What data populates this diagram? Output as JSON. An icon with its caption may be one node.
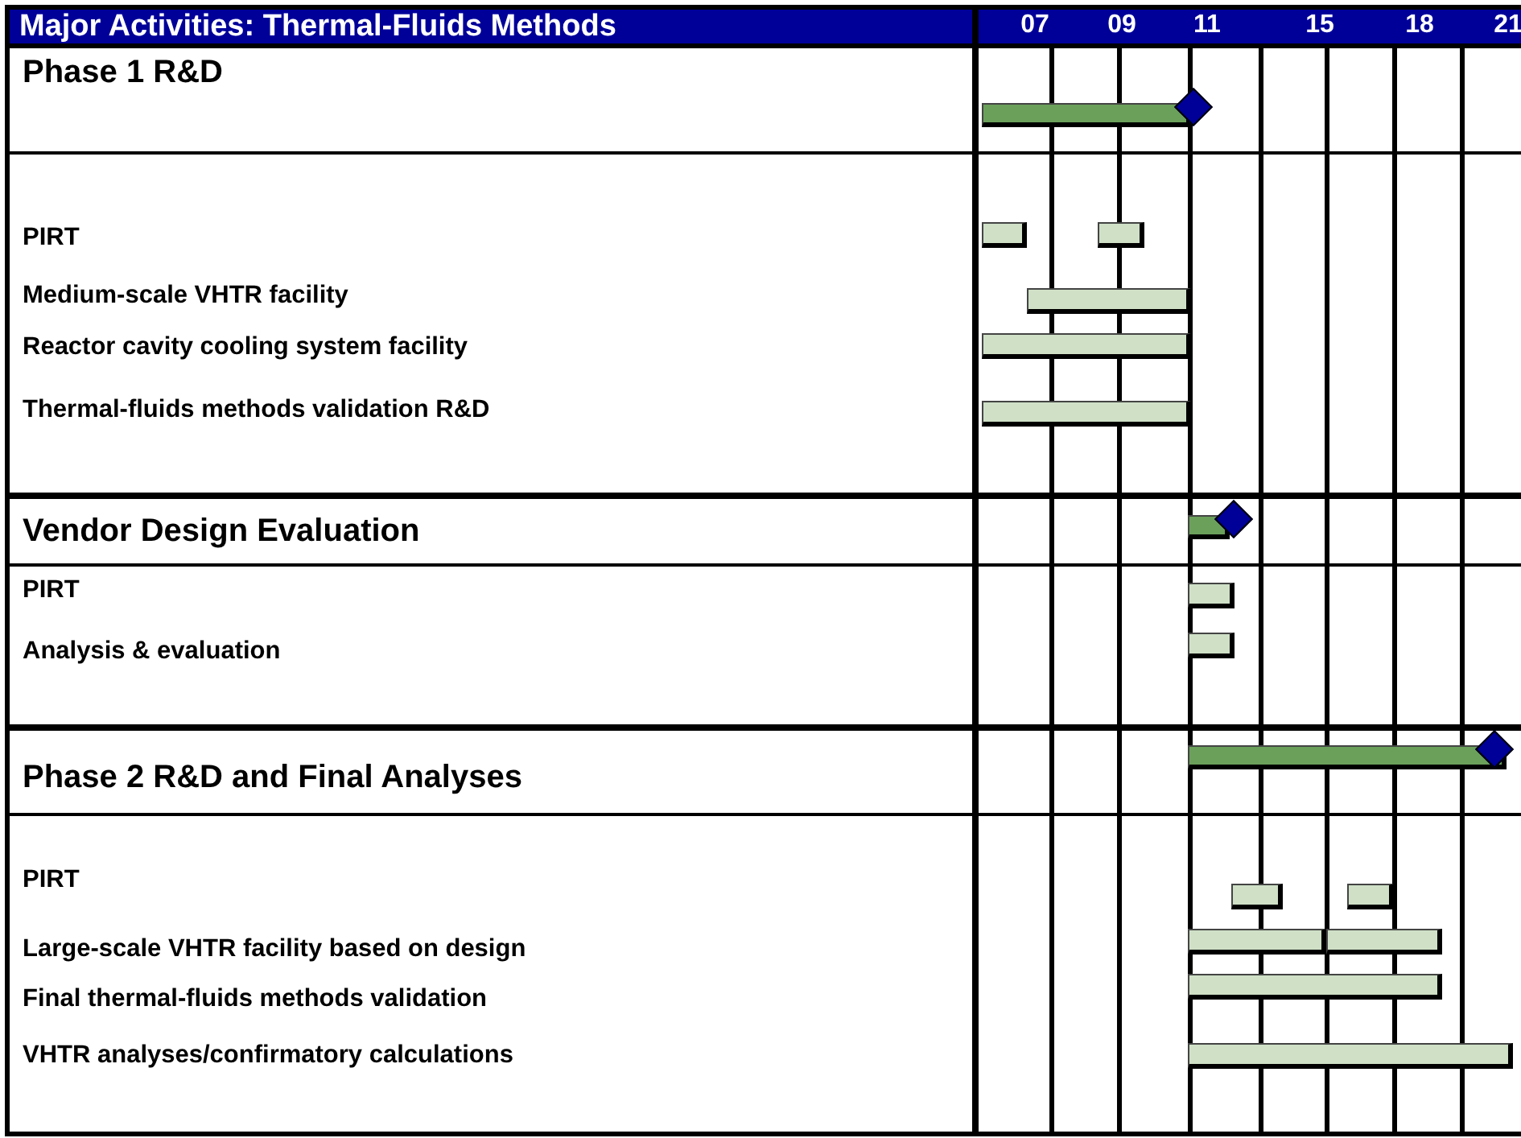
{
  "diagram": {
    "title": "Major Activities: Thermal-Fluids Methods",
    "labels": [
      "07",
      "09",
      "11",
      "15",
      "18",
      "21",
      "Phase 1 R&D",
      "PIRT",
      "Medium-scale VHTR facility",
      "Reactor cavity cooling system facility",
      "Thermal-fluids methods validation R&D",
      "Vendor Design Evaluation",
      "PIRT",
      "Analysis & evaluation",
      "Phase 2 R&D and Final Analyses",
      "PIRT",
      "Large-scale VHTR facility based on design",
      "Final thermal-fluids methods validation",
      "VHTR analyses/confirmatory calculations"
    ]
  }
}
